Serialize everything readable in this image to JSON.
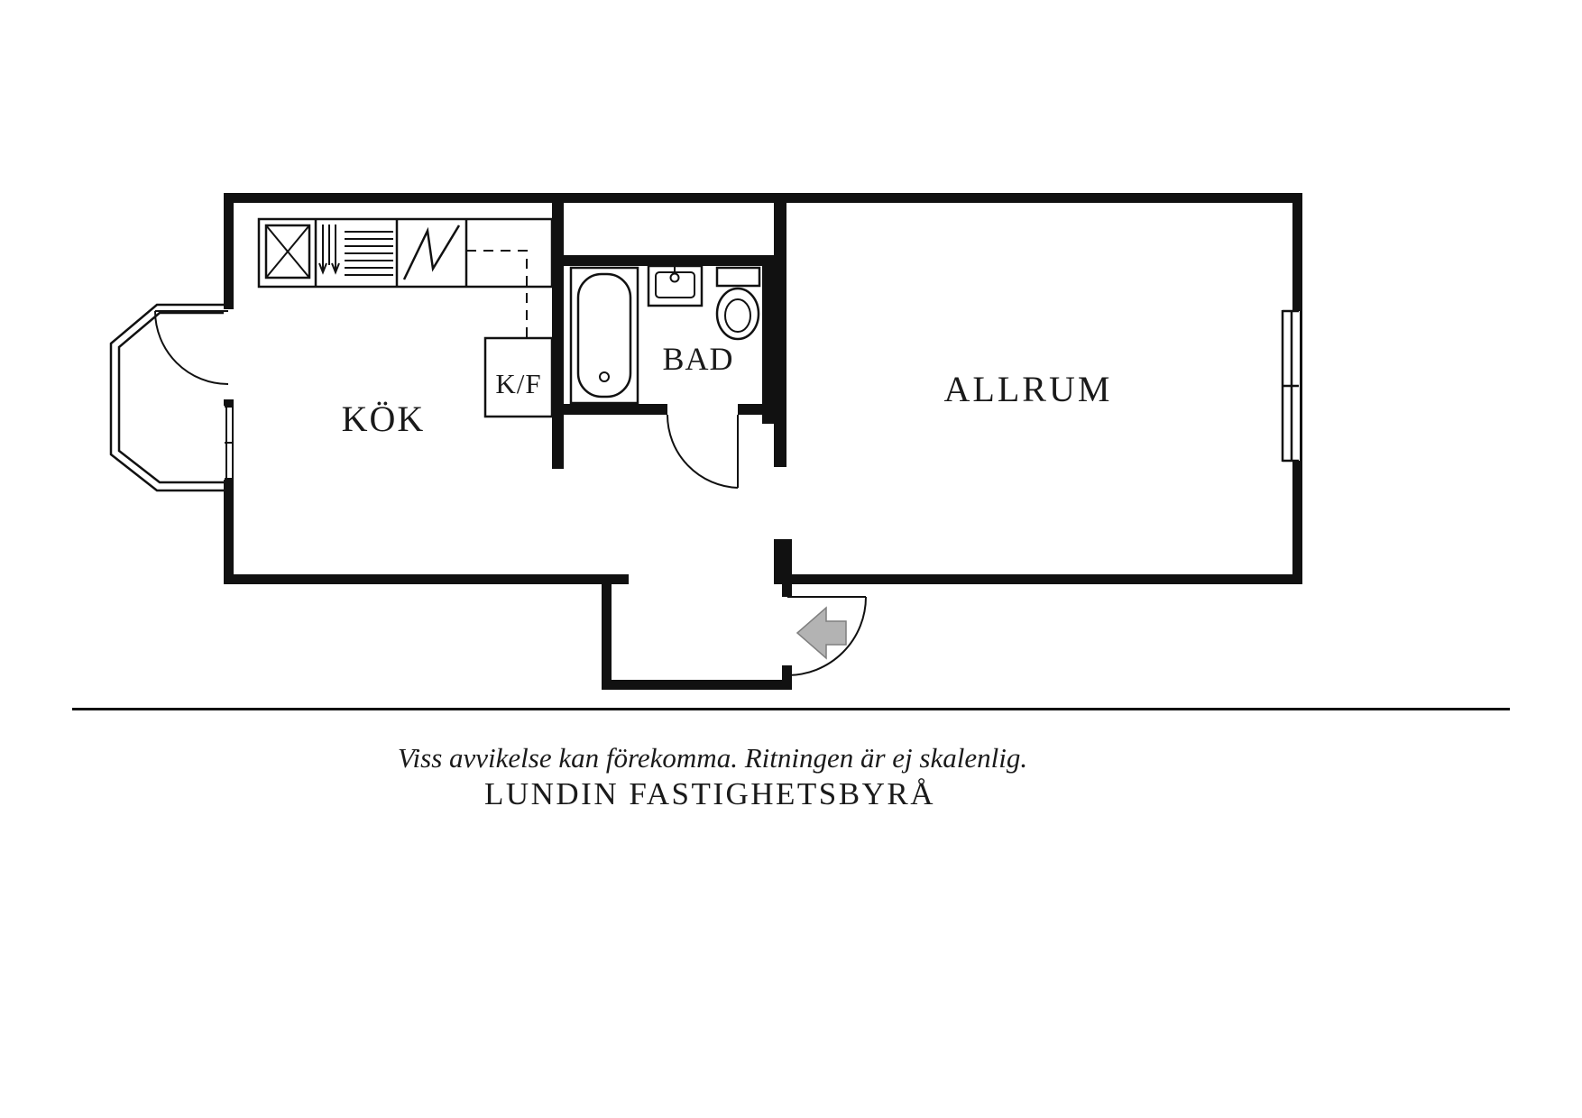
{
  "plan": {
    "rooms": {
      "kitchen": {
        "label": "KÖK"
      },
      "fridge_freezer": {
        "label": "K/F"
      },
      "bathroom": {
        "label": "BAD"
      },
      "living_room": {
        "label": "ALLRUM"
      }
    },
    "fixtures": [
      "kitchen-counter",
      "sink-unit",
      "drying-cabinet",
      "drainboard",
      "stove-zigzag",
      "overhead-cabinet-dashed",
      "bathtub",
      "washbasin",
      "toilet",
      "bay-window",
      "balcony-door",
      "bathroom-door",
      "entry-door",
      "window-left",
      "window-right",
      "entrance-arrow-icon"
    ],
    "colors": {
      "wall": "#111111",
      "background": "#ffffff",
      "arrow_fill": "#b3b3b3",
      "arrow_stroke": "#7f7f7f",
      "text": "#1a1a1a"
    }
  },
  "footer": {
    "disclaimer": "Viss avvikelse kan förekomma. Ritningen är ej skalenlig.",
    "brand": "LUNDIN FASTIGHETSBYRÅ"
  }
}
